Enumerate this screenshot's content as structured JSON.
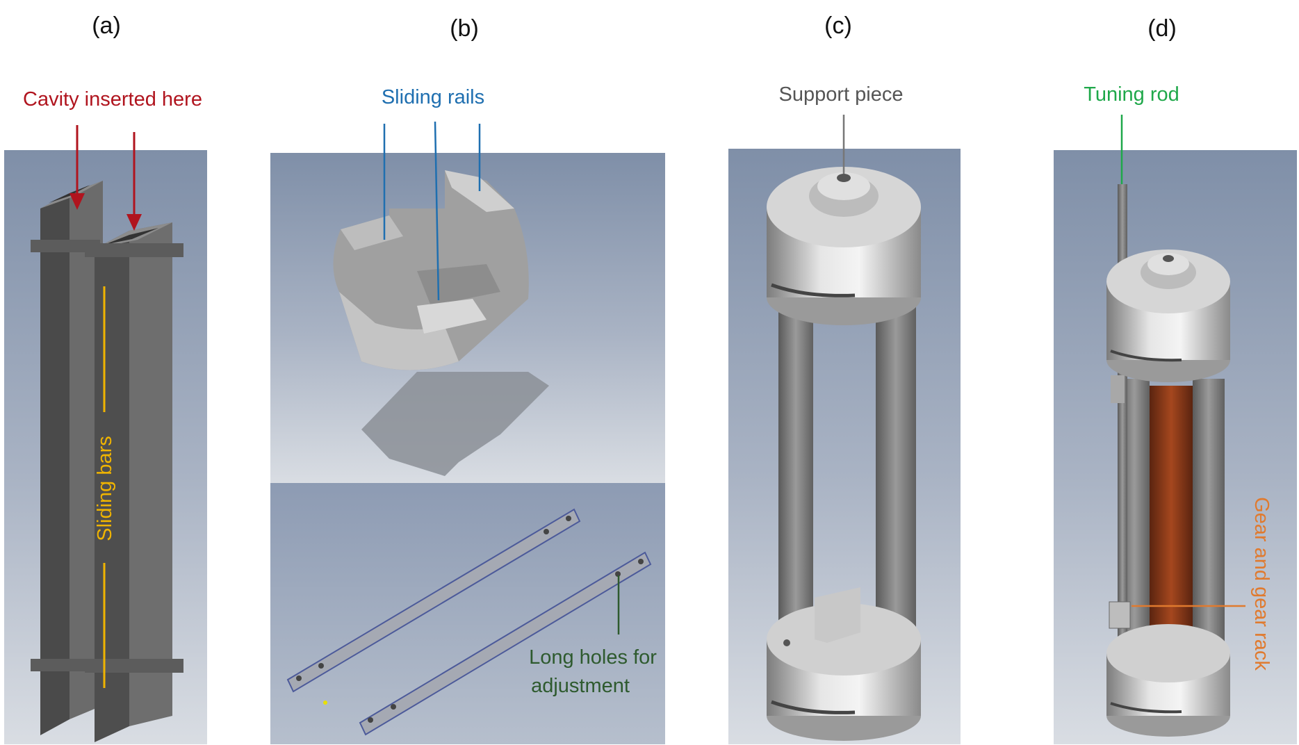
{
  "panels": [
    {
      "letter": "(a)",
      "annotations": [
        "Cavity inserted here",
        "Sliding bars"
      ]
    },
    {
      "letter": "(b)",
      "annotations": [
        "Sliding rails",
        "Long holes for",
        "adjustment"
      ]
    },
    {
      "letter": "(c)",
      "annotations": [
        "Support piece"
      ]
    },
    {
      "letter": "(d)",
      "annotations": [
        "Tuning rod",
        "Gear and gear rack"
      ]
    }
  ],
  "colors": {
    "cavity_label": "#b0141e",
    "sliding_bars_label": "#f0b400",
    "sliding_rails_label": "#1f6fb0",
    "long_holes_label": "#2e5a2e",
    "support_piece_label": "#555555",
    "tuning_rod_label": "#1fa84a",
    "gear_label": "#e07a2e"
  }
}
